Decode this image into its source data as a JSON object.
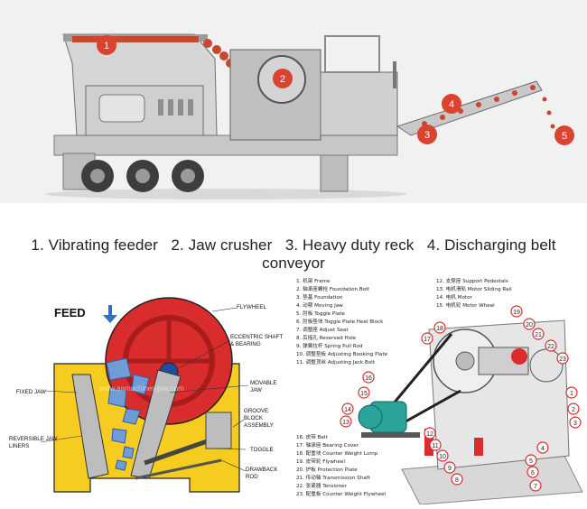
{
  "caption": {
    "items": [
      "1. Vibrating feeder",
      "2. Jaw crusher",
      "3. Heavy duty reck",
      "4. Discharging belt conveyor"
    ]
  },
  "markers": [
    "1",
    "2",
    "3",
    "4",
    "5"
  ],
  "jaw_diagram": {
    "feed": "FEED",
    "labels": {
      "flywheel": "FLYWHEEL",
      "eccentric_1": "ECCENTRIC SHAFT",
      "eccentric_2": "& BEARING",
      "movable_1": "MOVABLE",
      "movable_2": "JAW",
      "fixed": "FIXED JAW",
      "groove_1": "GROOVE",
      "groove_2": "BLOCK",
      "groove_3": "ASSEMBLY",
      "toggle": "TOGGLE",
      "reversible_1": "REVERSIBLE JAW",
      "reversible_2": "LINERS",
      "drawback_1": "DRAWBACK",
      "drawback_2": "ROD"
    },
    "watermark": "www.aamachineryjaw.com"
  },
  "pe_diagram": {
    "legend_left": [
      "1. 机架  Frame",
      "2. 轴承座螺栓  Foundation Bolt",
      "3. 垫基  Foundation",
      "4. 动颚  Moving Jaw",
      "5. 肘板  Toggle Plate",
      "6. 肘板垫块  Toggle Plate Heel Block",
      "7. 调整座  Adjust Seat",
      "8. 后摇孔  Reserved Hole",
      "9. 弹簧拉杆  Spring Pull Rod",
      "10. 调整垫板  Adjusting Booking Plate",
      "11. 调整顶丝  Adjusting Jack Bolt"
    ],
    "legend_right": [
      "12. 支撑座  Support Pedestals",
      "13. 电机滑轨  Motor Sliding Rail",
      "14. 电机  Motor",
      "15. 电机轮  Motor Wheel"
    ],
    "legend_bottom": [
      "16. 皮带  Belt",
      "17. 轴承座  Bearing Cover",
      "18. 配重块  Counter Weight Lump",
      "19. 皮带轮  Flywheel",
      "20. 护板  Protection Plate",
      "21. 传动轴  Transmission Shaft",
      "22. 张紧器  Tensioner",
      "23. 配重板  Counter Weight Flywheel"
    ],
    "callouts": [
      "1",
      "2",
      "3",
      "4",
      "5",
      "6",
      "7",
      "8",
      "9",
      "10",
      "11",
      "12",
      "13",
      "14",
      "15",
      "16",
      "17",
      "18",
      "19",
      "20",
      "21",
      "22",
      "23"
    ]
  }
}
